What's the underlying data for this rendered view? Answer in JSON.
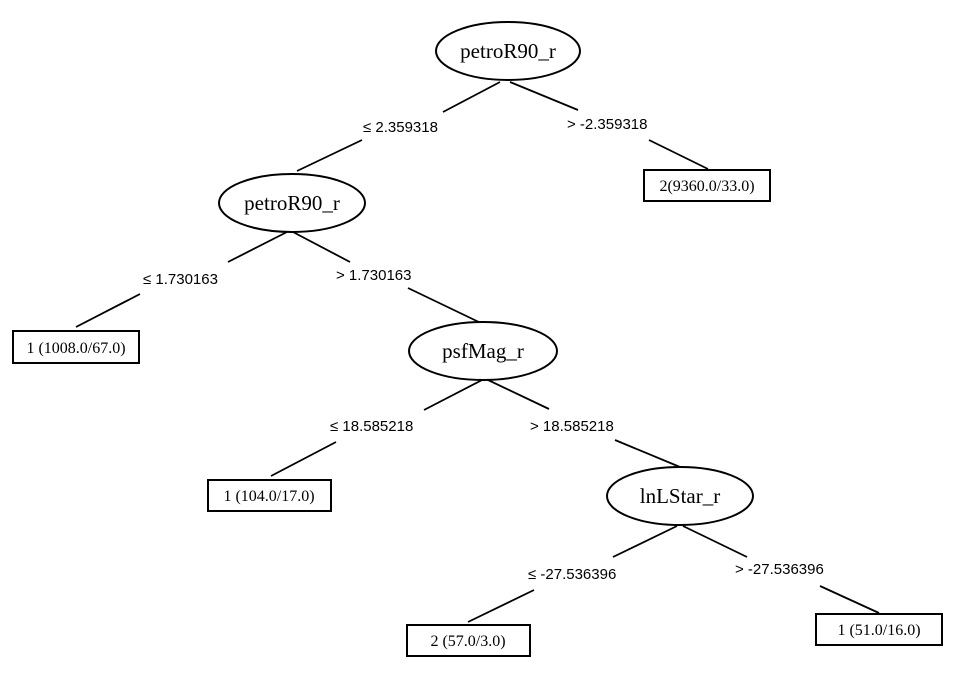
{
  "nodes": {
    "root": "petroR90_r",
    "n1": "petroR90_r",
    "n2": "psfMag_r",
    "n3": "lnLStar_r"
  },
  "leaves": {
    "l_root_right": "2(9360.0/33.0)",
    "l_n1_left": "1 (1008.0/67.0)",
    "l_n2_left": "1 (104.0/17.0)",
    "l_n3_left": "2 (57.0/3.0)",
    "l_n3_right": "1 (51.0/16.0)"
  },
  "edges": {
    "root_left": "≤ 2.359318",
    "root_right": "> -2.359318",
    "n1_left": "≤ 1.730163",
    "n1_right": "> 1.730163",
    "n2_left": "≤ 18.585218",
    "n2_right": "> 18.585218",
    "n3_left": "≤ -27.536396",
    "n3_right": "> -27.536396"
  }
}
